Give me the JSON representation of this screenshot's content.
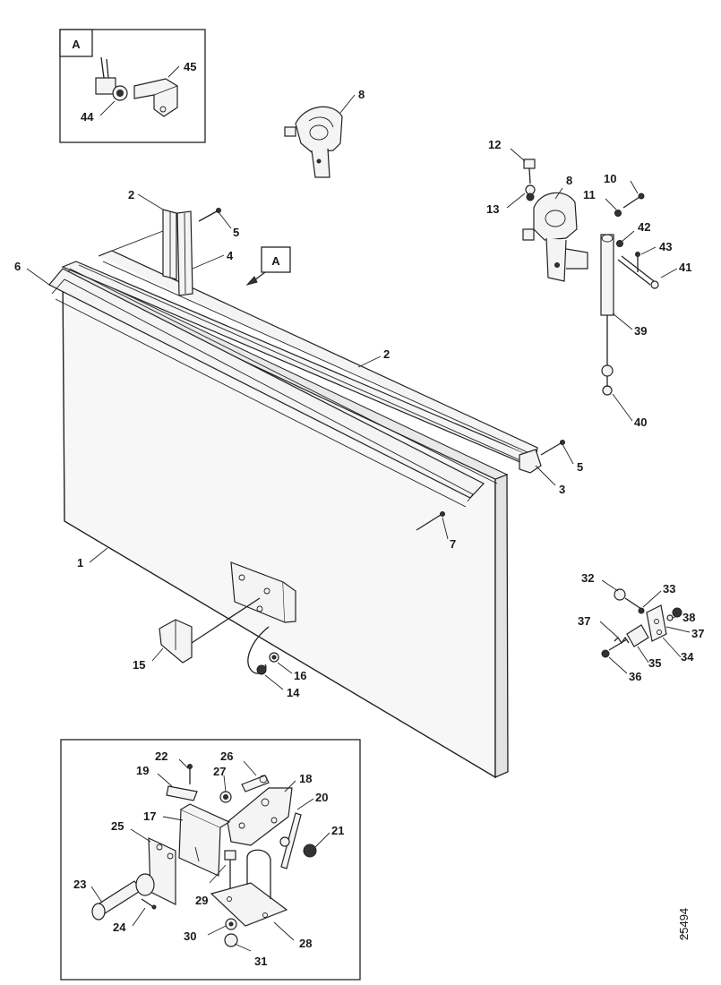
{
  "diagram": {
    "reference_number": "25494",
    "view_marker": "A",
    "labels": {
      "l1": "1",
      "l2a": "2",
      "l2b": "2",
      "l3": "3",
      "l4": "4",
      "l5a": "5",
      "l5b": "5",
      "l6": "6",
      "l7": "7",
      "l8a": "8",
      "l8b": "8",
      "l10": "10",
      "l11": "11",
      "l12": "12",
      "l13": "13",
      "l14": "14",
      "l15": "15",
      "l16": "16",
      "l17": "17",
      "l18": "18",
      "l19": "19",
      "l20": "20",
      "l21": "21",
      "l22": "22",
      "l23": "23",
      "l24": "24",
      "l25": "25",
      "l26": "26",
      "l27": "27",
      "l28": "28",
      "l29": "29",
      "l30": "30",
      "l31": "31",
      "l32": "32",
      "l33": "33",
      "l34": "34",
      "l35": "35",
      "l36": "36",
      "l37a": "37",
      "l37b": "37",
      "l38": "38",
      "l39": "39",
      "l40": "40",
      "l41": "41",
      "l42": "42",
      "l43": "43",
      "l44": "44",
      "l45": "45"
    }
  }
}
